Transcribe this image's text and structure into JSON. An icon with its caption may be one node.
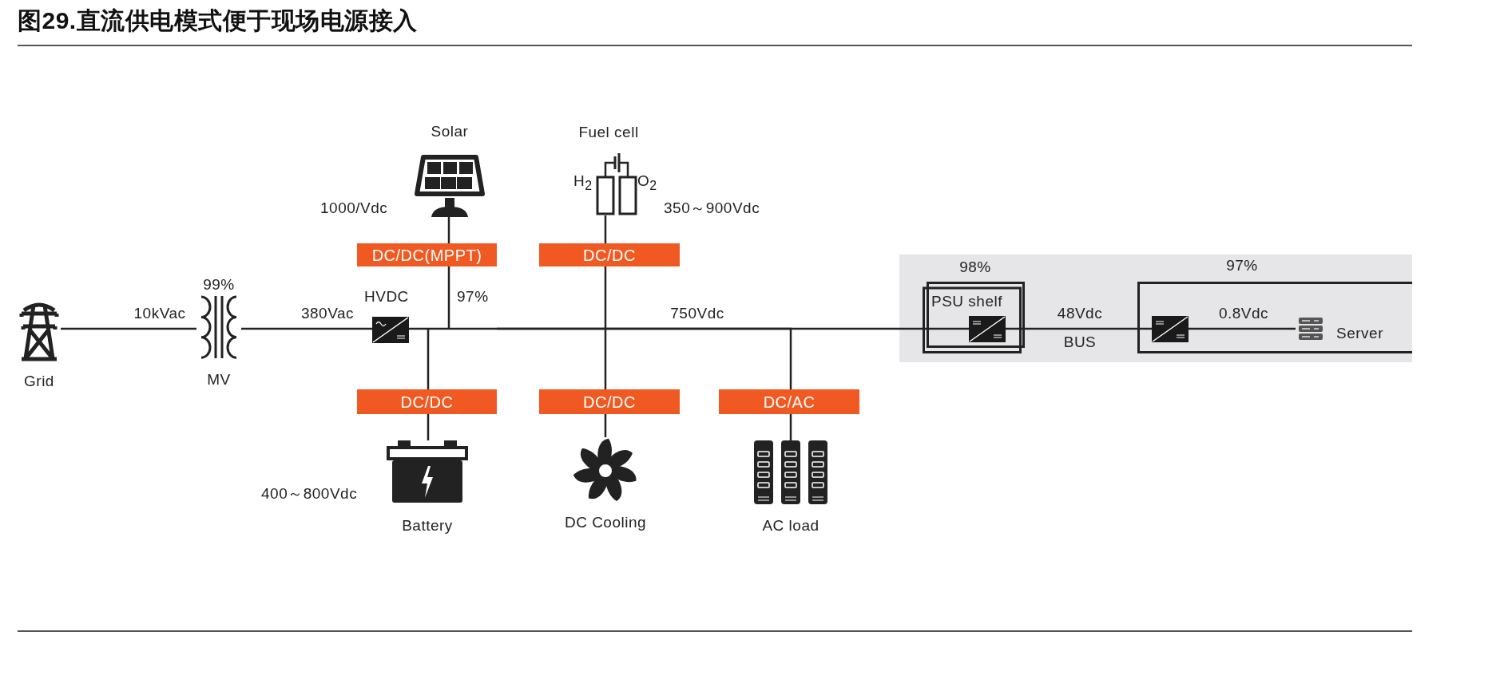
{
  "diagram": {
    "title": "图29.直流供电模式便于现场电源接入",
    "nodes": [
      {
        "text": [
          "Grid"
        ]
      },
      {
        "text": [
          "MV"
        ],
        "beside": [
          "99%"
        ]
      },
      {
        "text": [
          "HVDC",
          "97%"
        ]
      },
      {
        "text": [
          "Solar"
        ],
        "beside": [
          "1000/Vdc"
        ]
      },
      {
        "text": [
          "DC/DC(MPPT)"
        ]
      },
      {
        "text": [
          "Fuel cell",
          "H$_{2}$",
          "O$_{2}$"
        ],
        "beside": [
          "350～900Vdc"
        ]
      },
      {
        "text": [
          "DC/DC"
        ]
      },
      {
        "text": [
          "DC/DC"
        ]
      },
      {
        "text": [
          "Battery"
        ],
        "beside": [
          "400～800Vdc"
        ]
      },
      {
        "text": [
          "DC/DC"
        ]
      },
      {
        "text": [
          "DC Cooling"
        ]
      },
      {
        "text": [
          "DC/AC"
        ]
      },
      {
        "text": [
          "AC load"
        ]
      },
      {
        "text": [
          "PSU shelf"
        ],
        "beside": [
          "98%"
        ]
      },
      {
        "text": [
          "97%"
        ]
      },
      {
        "text": [
          "Server"
        ],
        "in": 14
      }
    ],
    "edges": [
      {
        "from": 0,
        "to": 1,
        "arrow": "none",
        "label": "10kVac"
      },
      {
        "from": 1,
        "to": 2,
        "arrow": "none",
        "label": "380Vac"
      },
      {
        "from": 3,
        "to": 4,
        "arrow": "none"
      },
      {
        "from": 4,
        "to": 2,
        "arrow": "none"
      },
      {
        "from": 2,
        "to": 13,
        "arrow": "none",
        "label": "750Vdc"
      },
      {
        "from": 5,
        "to": 6,
        "arrow": "none"
      },
      {
        "from": 6,
        "to": 9,
        "arrow": "none"
      },
      {
        "from": 9,
        "to": 10,
        "arrow": "none"
      },
      {
        "from": 2,
        "to": 7,
        "arrow": "none"
      },
      {
        "from": 7,
        "to": 8,
        "arrow": "none"
      },
      {
        "from": 2,
        "to": 11,
        "arrow": "none"
      },
      {
        "from": 11,
        "to": 12,
        "arrow": "none"
      },
      {
        "from": 13,
        "to": 14,
        "arrow": "none",
        "label": "48Vdc"
      },
      {
        "from": 14,
        "to": 15,
        "arrow": "none",
        "label": "0.8Vdc"
      }
    ],
    "labels": [
      "BUS"
    ]
  }
}
